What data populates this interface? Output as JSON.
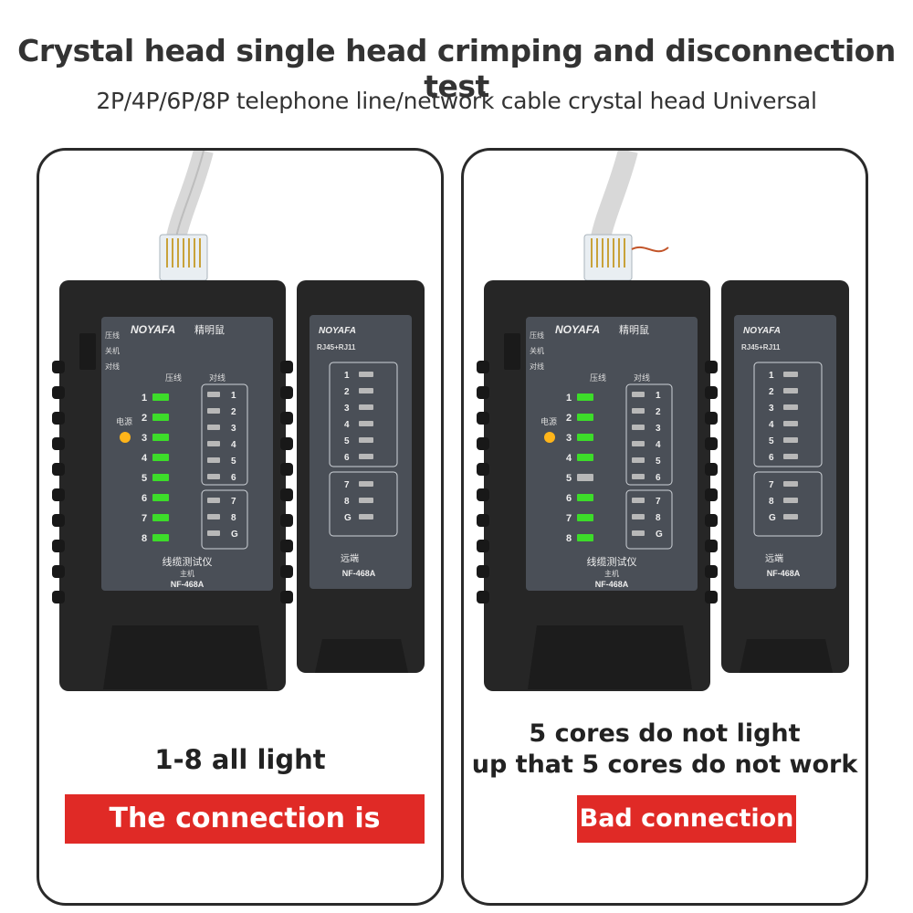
{
  "header": {
    "title": "Crystal head single head crimping and disconnection test",
    "subtitle": "2P/4P/6P/8P telephone line/network cable crystal head Universal"
  },
  "device": {
    "brand": "NOYAFA",
    "brand_cn": "精明鼠",
    "switch_labels": [
      "压线",
      "关机",
      "对线"
    ],
    "power_label": "电源",
    "col_press": "压线",
    "col_pair": "对线",
    "main_name": "线缆测试仪",
    "main_sub": "主机",
    "model": "NF-468A",
    "remote_header": "RJ45+RJ11",
    "remote_label": "远端",
    "pins_main": [
      "1",
      "2",
      "3",
      "4",
      "5",
      "6",
      "7",
      "8"
    ],
    "pins_pair": [
      "1",
      "2",
      "3",
      "4",
      "5",
      "6",
      "7",
      "8",
      "G"
    ]
  },
  "panels": [
    {
      "caption_lines": [
        "1-8 all light"
      ],
      "status": "The connection is intact",
      "press_leds_on": [
        true,
        true,
        true,
        true,
        true,
        true,
        true,
        true
      ]
    },
    {
      "caption_lines": [
        "5 cores do not light",
        "up that 5 cores do not work"
      ],
      "status": "Bad connection",
      "press_leds_on": [
        true,
        true,
        true,
        true,
        false,
        true,
        true,
        true
      ]
    }
  ],
  "colors": {
    "badge": "#e02a26",
    "led_on": "#3ddc2a",
    "led_off": "#b8b8b8",
    "device_body": "#262626",
    "device_face": "#4a4f57"
  }
}
